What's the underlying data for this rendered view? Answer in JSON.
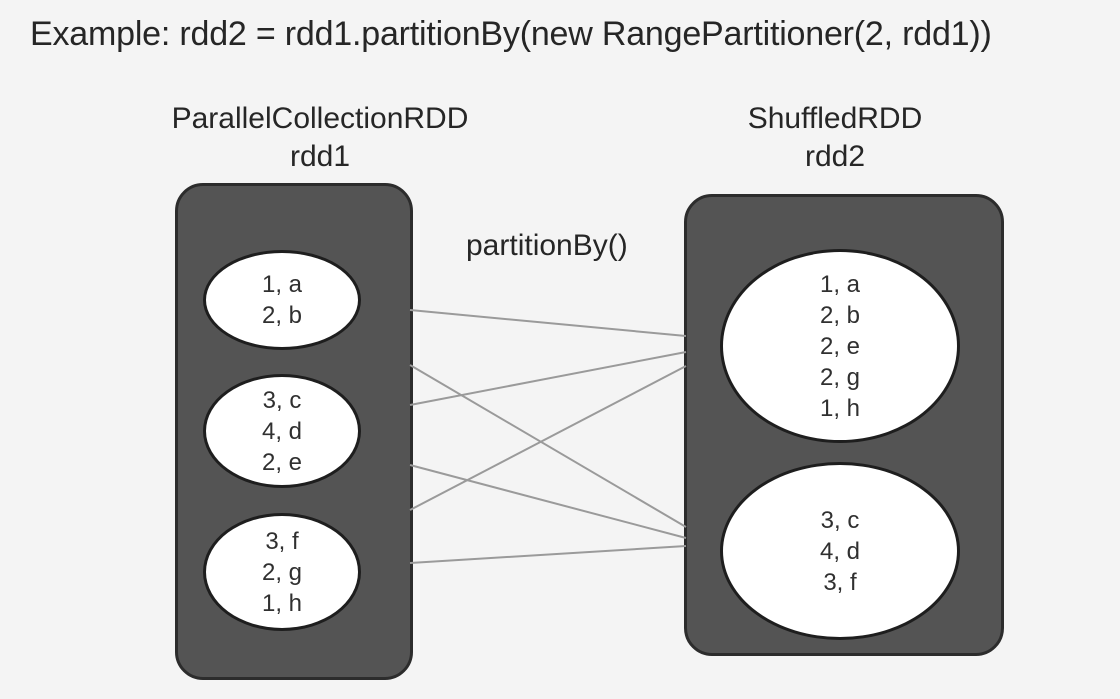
{
  "title": "Example: rdd2 = rdd1.partitionBy(new RangePartitioner(2, rdd1))",
  "operation": "partitionBy()",
  "colors": {
    "rdd_box": "#545454",
    "partition_fill": "#ffffff",
    "link_line": "#9a9a9a"
  },
  "left_rdd": {
    "type": "ParallelCollectionRDD",
    "name": "rdd1",
    "partitions": [
      {
        "records": [
          "1, a",
          "2, b"
        ]
      },
      {
        "records": [
          "3, c",
          "4, d",
          "2, e"
        ]
      },
      {
        "records": [
          "3, f",
          "2, g",
          "1, h"
        ]
      }
    ]
  },
  "right_rdd": {
    "type": "ShuffledRDD",
    "name": "rdd2",
    "partitions": [
      {
        "records": [
          "1, a",
          "2, b",
          "2, e",
          "2, g",
          "1, h"
        ]
      },
      {
        "records": [
          "3, c",
          "4, d",
          "3, f"
        ]
      }
    ]
  },
  "dependencies": [
    {
      "from": 0,
      "to": 0
    },
    {
      "from": 0,
      "to": 1
    },
    {
      "from": 1,
      "to": 0
    },
    {
      "from": 1,
      "to": 1
    },
    {
      "from": 2,
      "to": 0
    },
    {
      "from": 2,
      "to": 1
    }
  ]
}
